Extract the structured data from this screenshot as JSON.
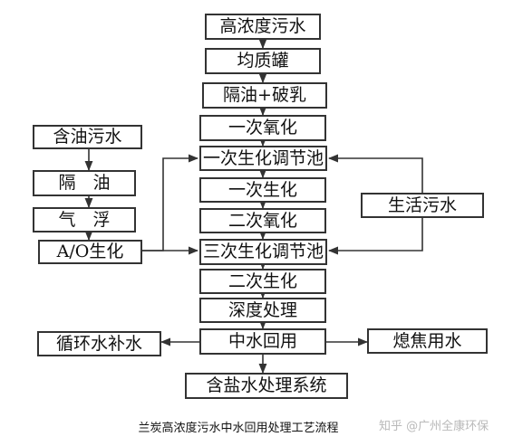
{
  "nodes": {
    "high_wastewater": "高浓度污水",
    "equalizing_tank": "均质罐",
    "oil_separation_demulsify": "隔油+破乳",
    "first_oxidation": "一次氧化",
    "first_bio_tank": "一次生化调节池",
    "first_bio": "一次生化",
    "second_oxidation": "二次氧化",
    "third_bio_tank": "三次生化调节池",
    "second_bio": "二次生化",
    "advanced_treatment": "深度处理",
    "reclaimed_water": "中水回用",
    "saline_system": "含盐水处理系统",
    "oily_wastewater": "含油污水",
    "oil_separation": "隔　油",
    "air_flotation": "气　浮",
    "ao_bio": "A/O生化",
    "domestic_wastewater": "生活污水",
    "circulating_makeup": "循环水补水",
    "coke_quenching": "熄焦用水"
  },
  "caption": "兰炭高浓度污水中水回用处理工艺流程",
  "watermark": "知乎 @广州全康环保"
}
